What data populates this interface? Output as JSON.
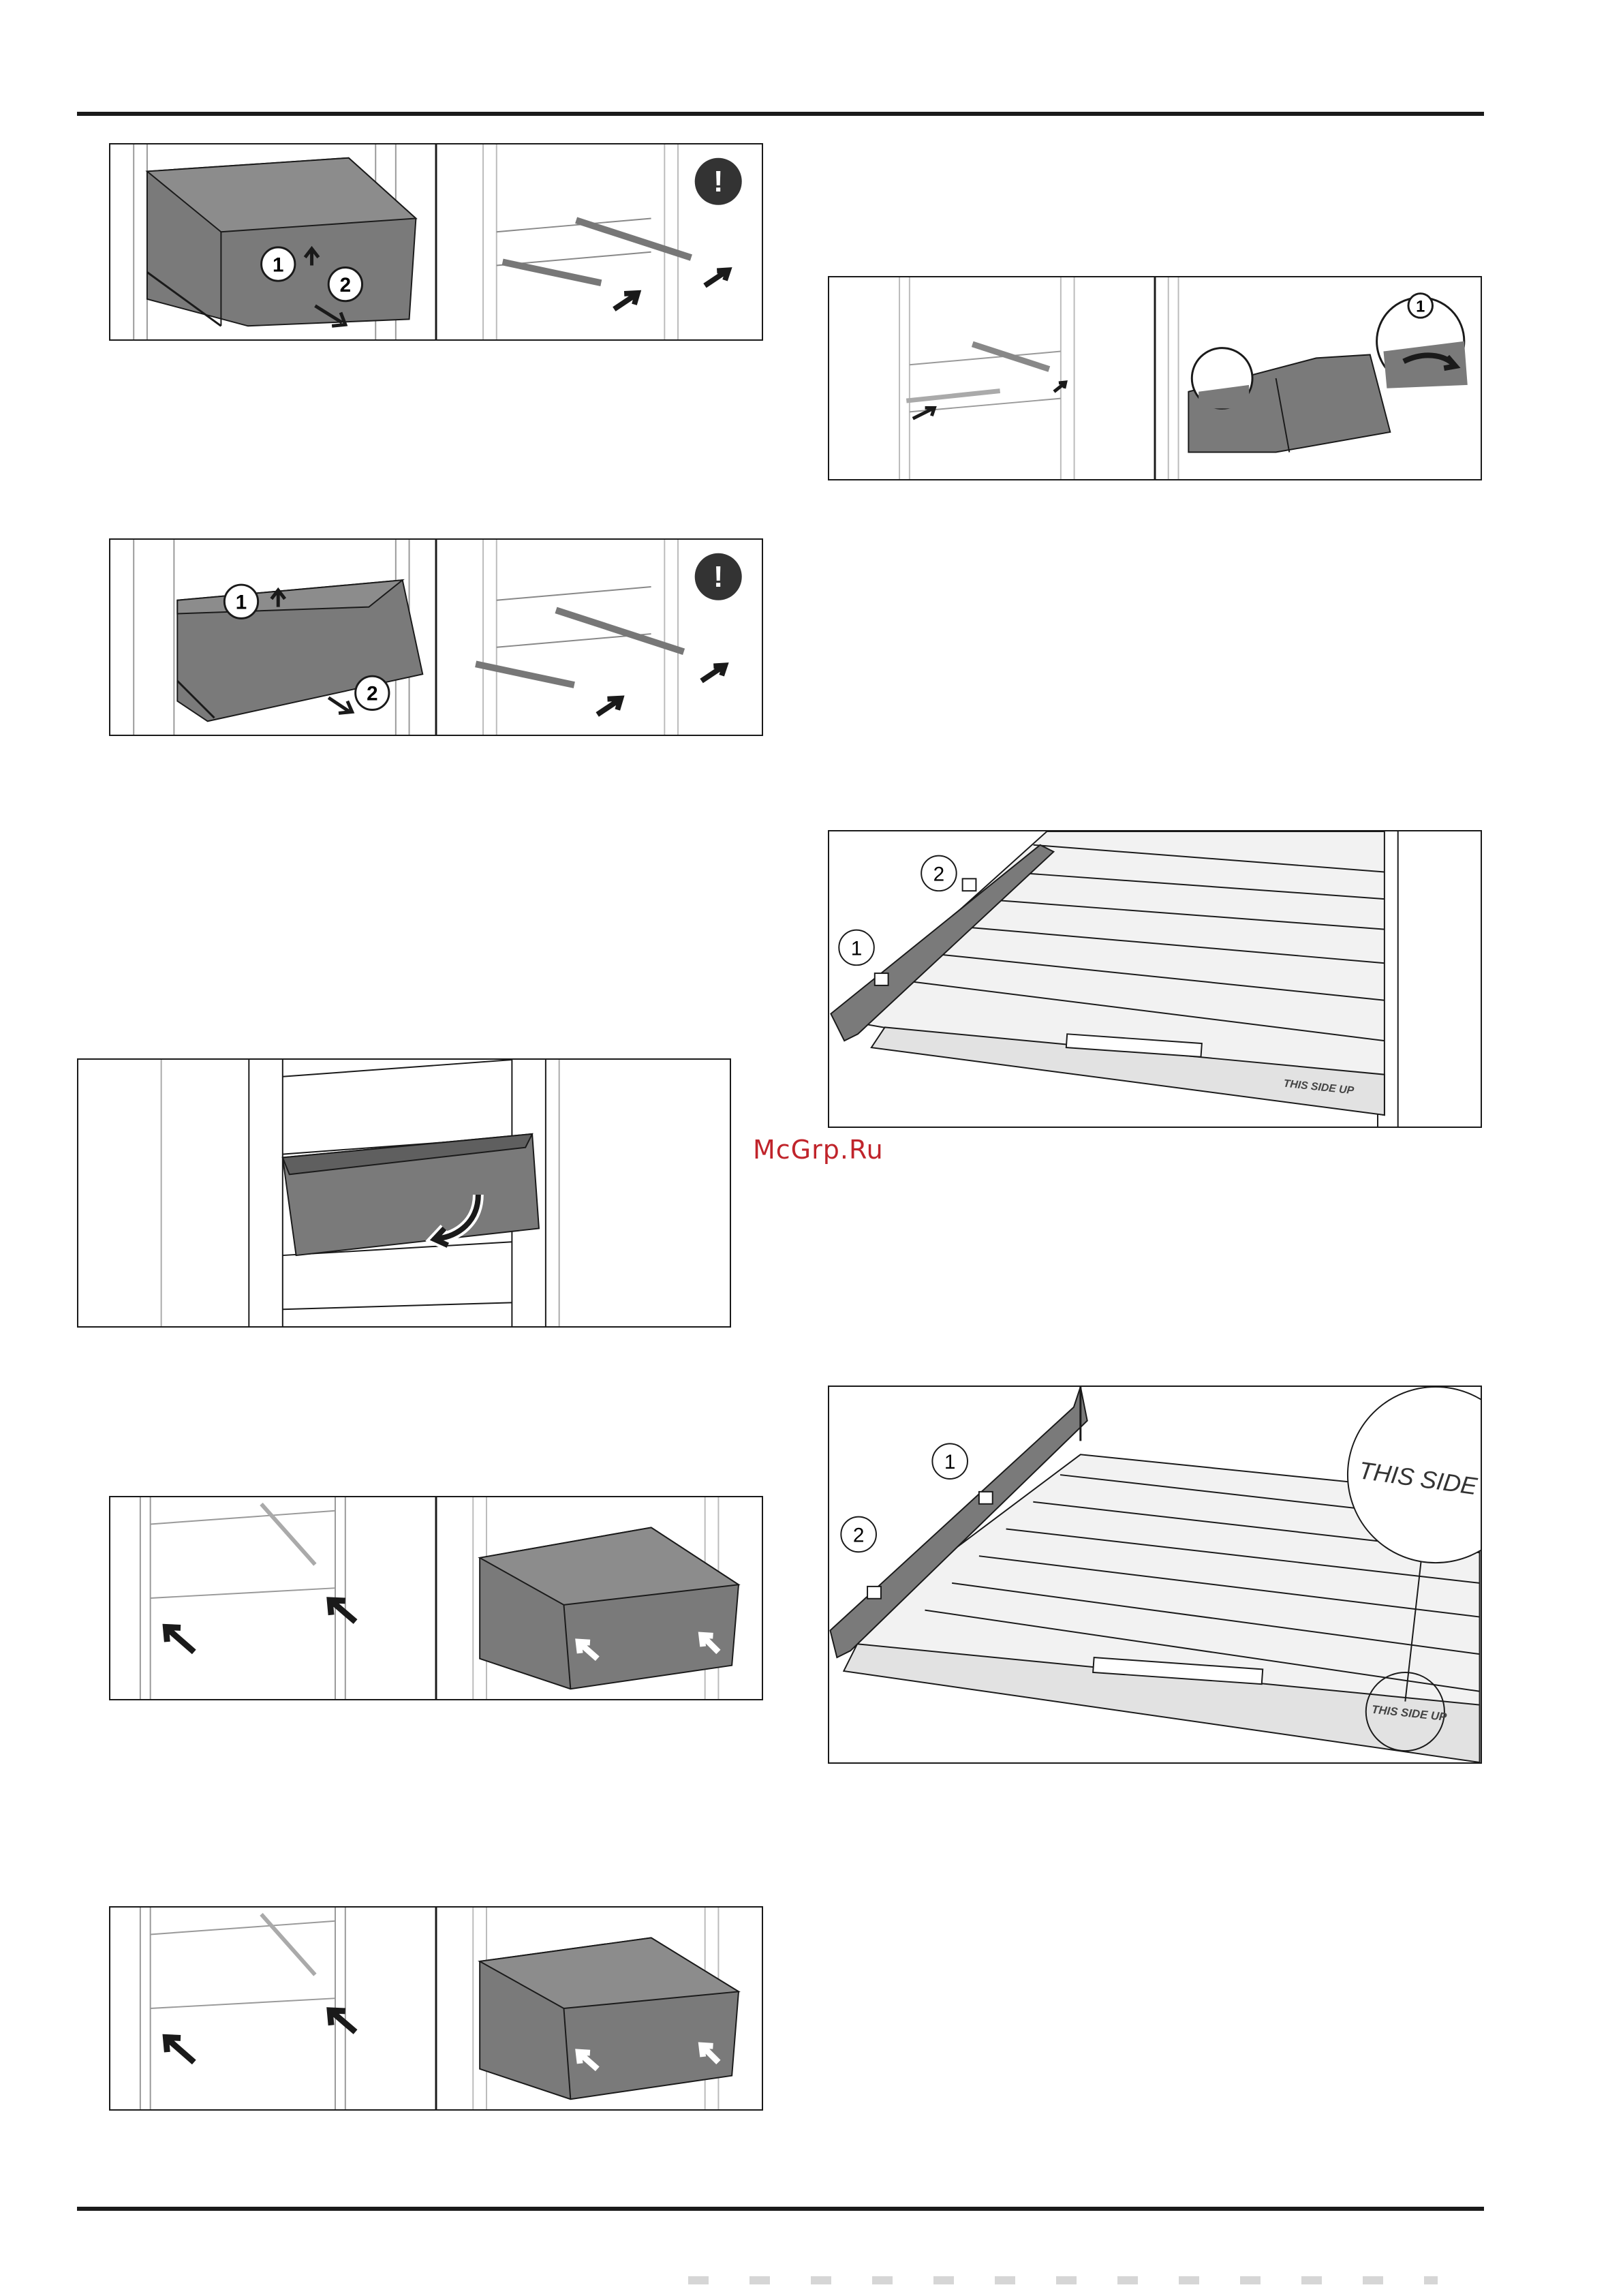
{
  "watermark": "McGrp.Ru",
  "figures": {
    "callout_1": "1",
    "callout_2": "2",
    "warning_mark": "!",
    "label_this_side_up": "THIS SIDE UP"
  },
  "colors": {
    "drawer_fill": "#7a7a7a",
    "drawer_side": "#5f5f5f",
    "shelf_fill": "#eeeeee",
    "line": "#1a1a1a",
    "watermark": "#c0242b"
  }
}
